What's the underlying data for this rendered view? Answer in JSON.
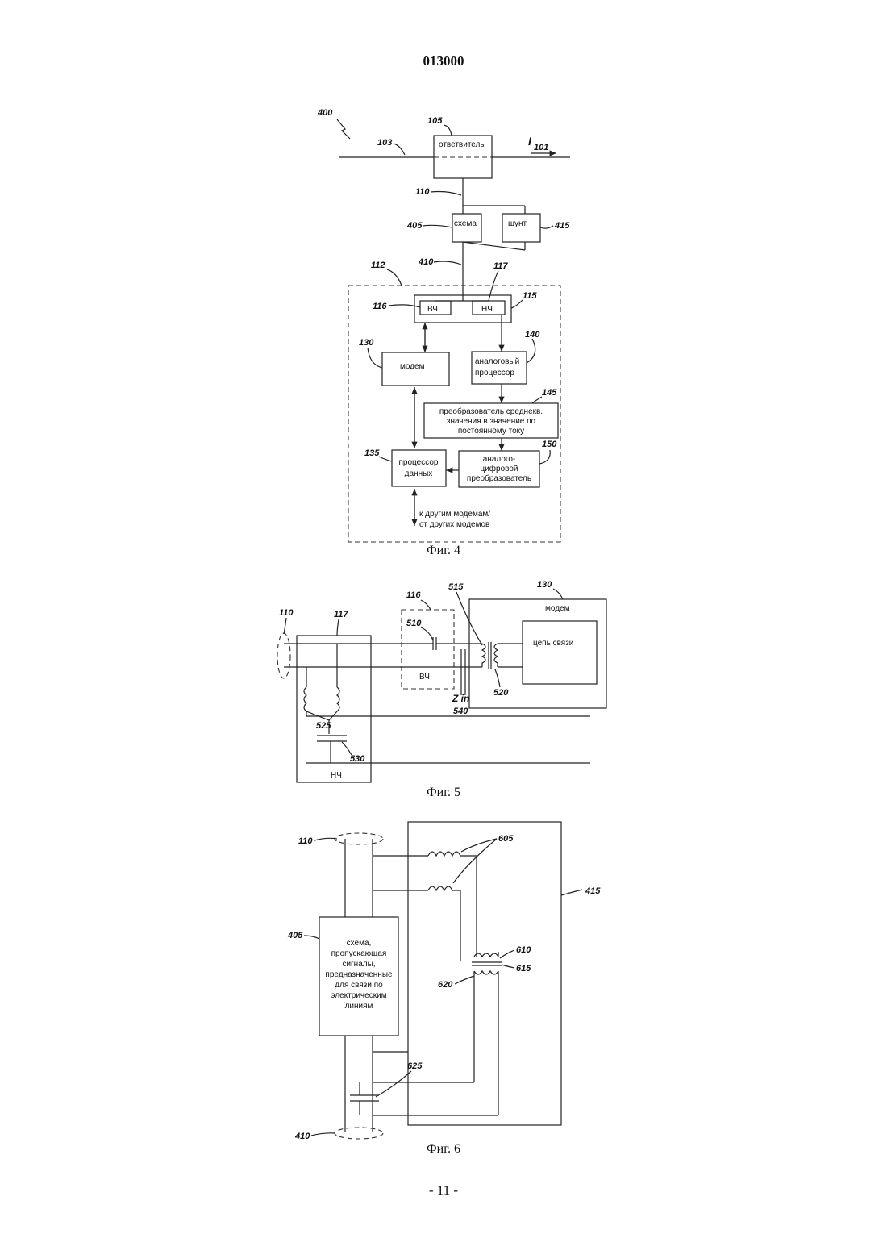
{
  "header": {
    "doc_number": "013000"
  },
  "footer": {
    "page_number": "- 11 -"
  },
  "fig4": {
    "caption": "Фиг. 4",
    "boxes": {
      "coupler": "ответвитель",
      "circuit": "схема",
      "shunt": "шунт",
      "hf": "ВЧ",
      "lf": "НЧ",
      "modem": "модем",
      "analog_processor": [
        "аналоговый",
        "процессор"
      ],
      "rms_converter": [
        "преобразователь среднекв.",
        "значения в значение по",
        "постоянному току"
      ],
      "data_processor": [
        "процессор",
        "данных"
      ],
      "adc": [
        "аналого-",
        "цифровой",
        "преобразователь"
      ]
    },
    "to_modems": [
      "к другим модемам/",
      "от других модемов"
    ],
    "refs": {
      "r400": "400",
      "r105": "105",
      "r103": "103",
      "r101": "I",
      "r101sub": "101",
      "r110": "110",
      "r405": "405",
      "r415": "415",
      "r410": "410",
      "r112": "112",
      "r117": "117",
      "r115": "115",
      "r116": "116",
      "r130": "130",
      "r140": "140",
      "r145": "145",
      "r135": "135",
      "r150": "150"
    }
  },
  "fig5": {
    "caption": "Фиг. 5",
    "modem": "модем",
    "comm_circuit": "цепь связи",
    "hf": "ВЧ",
    "lf": "НЧ",
    "zin": "Z in",
    "refs": {
      "r130": "130",
      "r116": "116",
      "r515": "515",
      "r510": "510",
      "r110": "110",
      "r117": "117",
      "r525": "525",
      "r530": "530",
      "r520": "520",
      "r540": "540"
    }
  },
  "fig6": {
    "caption": "Фиг. 6",
    "circuit_box": [
      "схема,",
      "пропускающая",
      "сигналы,",
      "предназначенные",
      "для связи по",
      "электрическим",
      "линиям"
    ],
    "refs": {
      "r110": "110",
      "r605": "605",
      "r415": "415",
      "r405": "405",
      "r610": "610",
      "r615": "615",
      "r620": "620",
      "r625": "625",
      "r410": "410"
    }
  }
}
